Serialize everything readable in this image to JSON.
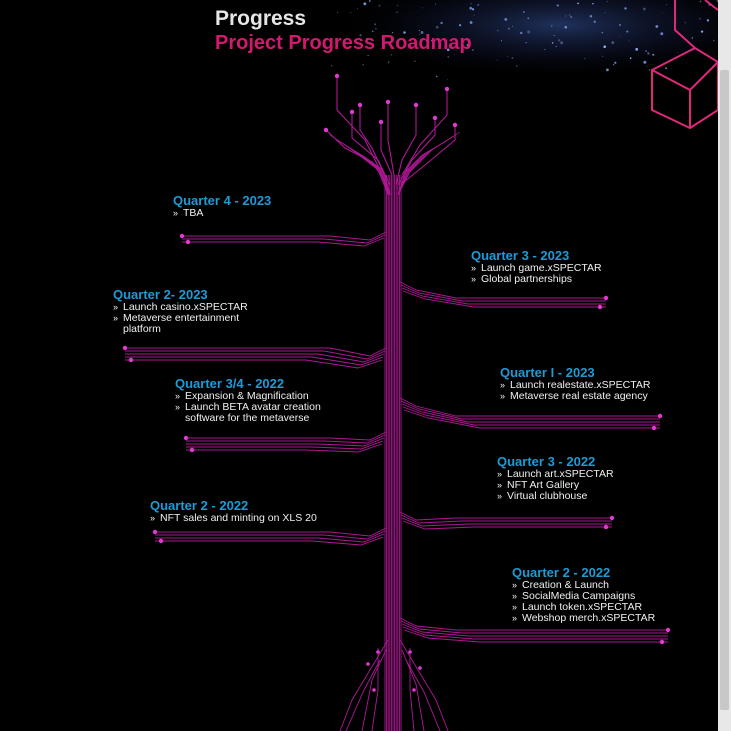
{
  "header": {
    "title": "Progress",
    "subtitle": "Project Progress Roadmap"
  },
  "colors": {
    "background": "#000000",
    "accent_pink": "#d2196f",
    "circuit_magenta": "#c11ea8",
    "quarter_blue": "#1e9ad6",
    "text_white": "#f0f0f0"
  },
  "bullet_glyph": "»",
  "milestones": [
    {
      "title": "Quarter 4 - 2023",
      "items": [
        "TBA"
      ]
    },
    {
      "title": "Quarter 3 - 2023",
      "items": [
        "Launch game.xSPECTAR",
        "Global partnerships"
      ]
    },
    {
      "title": "Quarter 2- 2023",
      "items": [
        "Launch casino.xSPECTAR",
        "Metaverse entertainment",
        "platform"
      ]
    },
    {
      "title": "Quarter I - 2023",
      "items": [
        "Launch realestate.xSPECTAR",
        "Metaverse real estate agency"
      ]
    },
    {
      "title": "Quarter 3/4 - 2022",
      "items": [
        "Expansion & Magnification",
        "Launch BETA avatar creation",
        "software for the metaverse"
      ]
    },
    {
      "title": "Quarter 3 - 2022",
      "items": [
        "Launch art.xSPECTAR",
        "NFT Art Gallery",
        "Virtual clubhouse"
      ]
    },
    {
      "title": "Quarter 2 - 2022",
      "items": [
        "NFT sales and minting on XLS 20"
      ]
    },
    {
      "title": "Quarter 2 - 2022",
      "items": [
        "Creation & Launch",
        "SocialMedia Campaigns",
        "Launch token.xSPECTAR",
        "Webshop merch.xSPECTAR"
      ]
    }
  ]
}
